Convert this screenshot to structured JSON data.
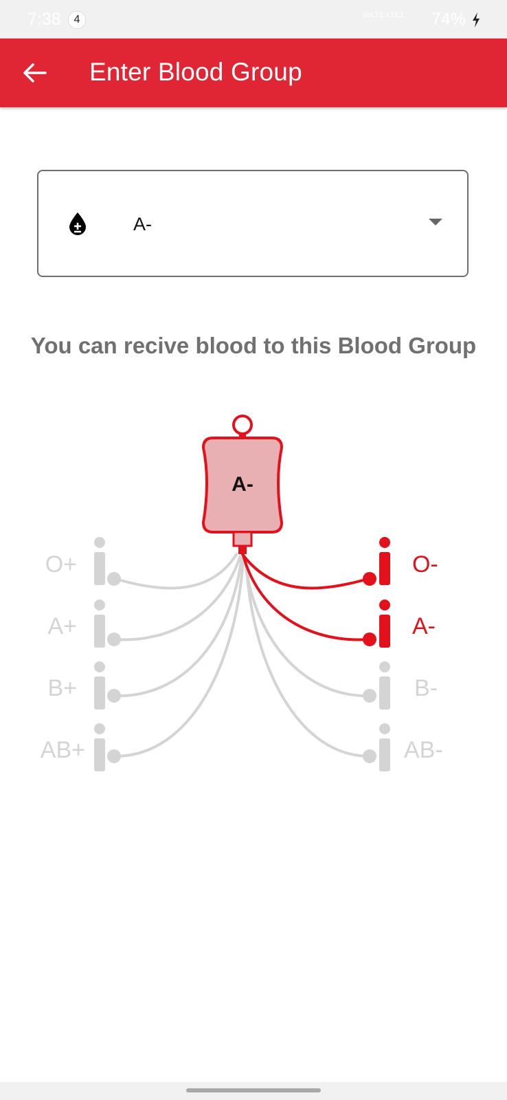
{
  "status_bar": {
    "time": "7:38",
    "notification_count": "4",
    "network": "VoLTE LTE1",
    "battery": "74%"
  },
  "app_bar": {
    "title": "Enter Blood Group",
    "back_icon": "arrow-back-icon"
  },
  "blood_group_select": {
    "icon": "blood-drop-icon",
    "selected_value": "A-",
    "caret_icon": "chevron-down-icon"
  },
  "heading": "You can recive blood to this Blood Group",
  "compatibility": {
    "recipient_bag": "A-",
    "left_groups": [
      {
        "label": "O+",
        "compatible": false
      },
      {
        "label": "A+",
        "compatible": false
      },
      {
        "label": "B+",
        "compatible": false
      },
      {
        "label": "AB+",
        "compatible": false
      }
    ],
    "right_groups": [
      {
        "label": "O-",
        "compatible": true
      },
      {
        "label": "A-",
        "compatible": true
      },
      {
        "label": "B-",
        "compatible": false
      },
      {
        "label": "AB-",
        "compatible": false
      }
    ]
  },
  "colors": {
    "app_bar": "#e02535",
    "compatible": "#e3111b",
    "incompatible": "#d4d4d4",
    "bag_fill": "#e8b0b3",
    "heading_text": "#707070"
  }
}
